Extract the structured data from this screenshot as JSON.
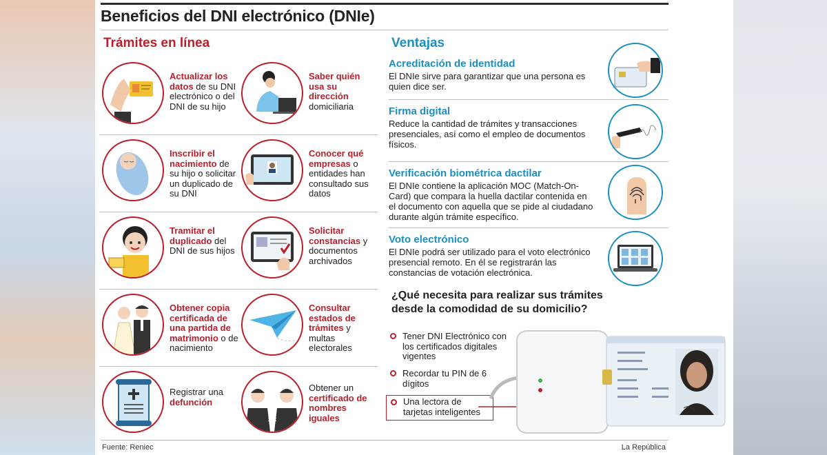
{
  "title": "Beneficios del DNI electrónico (DNIe)",
  "tramites": {
    "heading": "Trámites en línea",
    "items": [
      {
        "bold": "Actualizar los datos",
        "rest": "de su DNI electrónico o del DNI de su hijo",
        "icon": "id-card-hand-icon"
      },
      {
        "bold": "Saber quién usa su dirección",
        "rest": "domiciliaria",
        "icon": "woman-laptop-icon"
      },
      {
        "bold": "Inscribir el nacimiento",
        "rest": "de su hijo o solicitar un duplicado de su DNI",
        "icon": "baby-icon"
      },
      {
        "bold": "Conocer qué empresas",
        "rest": "o entidades han consultado sus datos",
        "icon": "tablet-profile-icon"
      },
      {
        "bold": "Tramitar el duplicado",
        "rest": "del DNI de sus hijos",
        "icon": "child-id-icon"
      },
      {
        "bold": "Solicitar constancias",
        "rest": "y documentos archivados",
        "icon": "tablet-document-icon"
      },
      {
        "bold": "Obtener copia certificada de una partida de matrimonio",
        "rest": "o de nacimiento",
        "icon": "wedding-couple-icon"
      },
      {
        "bold": "Consultar estados de trámites",
        "rest": "y multas electorales",
        "icon": "paper-plane-icon"
      },
      {
        "pre": "Registrar una",
        "bold": "defunción",
        "rest": "",
        "icon": "scroll-cross-icon"
      },
      {
        "pre": "Obtener un",
        "bold": "certificado de nombres iguales",
        "rest": "",
        "icon": "two-men-not-equal-icon"
      }
    ]
  },
  "ventajas": {
    "heading": "Ventajas",
    "items": [
      {
        "title": "Acreditación de identidad",
        "text": "El DNIe sirve para garantizar que una persona es quien dice ser.",
        "icon": "card-reader-hand-icon"
      },
      {
        "title": "Firma digital",
        "text": "Reduce la cantidad de trámites y transacciones presenciales, así como el empleo de documentos físicos.",
        "icon": "pen-signature-icon"
      },
      {
        "title": "Verificación biométrica dactilar",
        "text": "El DNIe contiene la aplicación MOC (Match-On-Card) que compara la huella dactilar contenida en el documento con aquella que se pide al ciudadano durante algún trámite específico.",
        "icon": "fingerprint-icon"
      },
      {
        "title": "Voto electrónico",
        "text": "El DNIe podrá ser utilizado para el voto electrónico presencial remoto. En él se registrarán las constancias de votación electrónica.",
        "icon": "laptop-vote-icon"
      }
    ]
  },
  "question": "¿Qué necesita para realizar sus trámites desde la comodidad de su domicilio?",
  "needs": [
    "Tener DNI Electrónico con los certificados digitales vigentes",
    "Recordar tu PIN de 6 dígitos",
    "Una lectora de tarjetas inteligentes"
  ],
  "footer": {
    "source": "Fuente: Reniec",
    "brand": "La República"
  },
  "colors": {
    "red": "#b8202c",
    "blue": "#1a8fc0"
  }
}
